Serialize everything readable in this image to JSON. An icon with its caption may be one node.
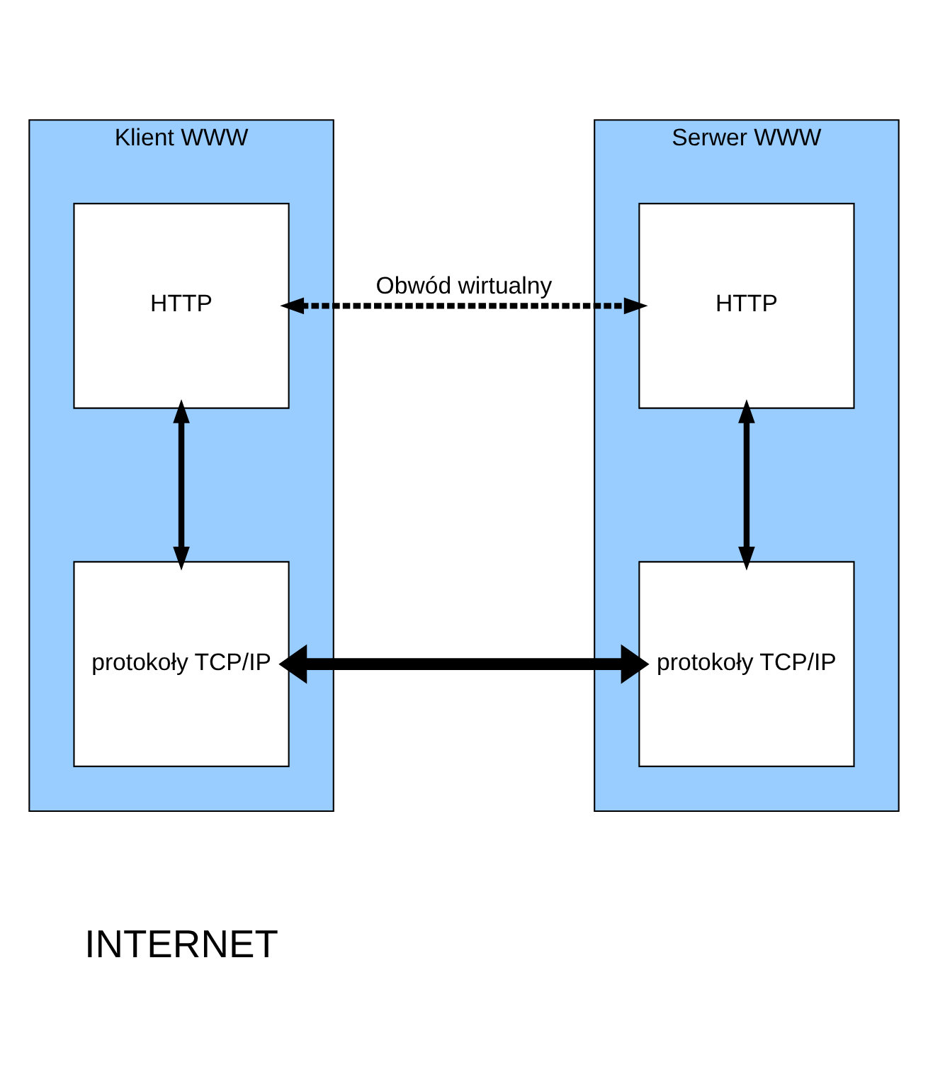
{
  "diagram": {
    "nodes": [
      {
        "text": [
          "Klient WWW"
        ]
      },
      {
        "text": [
          "HTTP"
        ],
        "in": 0
      },
      {
        "text": [
          "protokoły TCP/IP"
        ],
        "in": 0
      },
      {
        "text": [
          "Serwer WWW"
        ]
      },
      {
        "text": [
          "HTTP"
        ],
        "in": 3
      },
      {
        "text": [
          "protokoły TCP/IP"
        ],
        "in": 3
      }
    ],
    "edges": [
      {
        "from": 1,
        "to": 4,
        "arrow": "both",
        "label": "Obwód wirtualny",
        "style": "dashed"
      },
      {
        "from": 1,
        "to": 2,
        "arrow": "both"
      },
      {
        "from": 4,
        "to": 5,
        "arrow": "both"
      },
      {
        "from": 2,
        "to": 5,
        "arrow": "both",
        "style": "thick"
      }
    ],
    "labels": [
      "INTERNET"
    ]
  }
}
